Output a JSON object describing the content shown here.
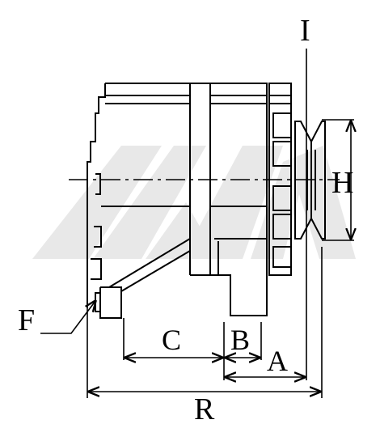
{
  "labels": {
    "I": "I",
    "H": "H",
    "F": "F",
    "C": "C",
    "B": "B",
    "A": "A",
    "R": "R"
  },
  "colors": {
    "line": "#000000",
    "watermark": "#e6e6e6",
    "background": "#ffffff"
  }
}
